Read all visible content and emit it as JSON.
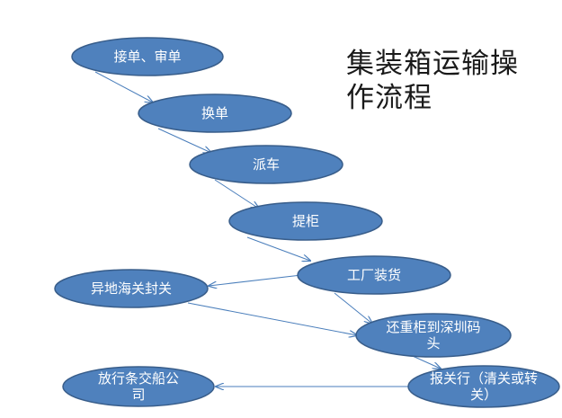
{
  "title": "集装箱运输操作流程",
  "colors": {
    "node_fill": "#4f81bd",
    "node_stroke": "#385d8a",
    "arrow": "#4a7ebb",
    "text": "#ffffff"
  },
  "nodes": [
    {
      "id": "n1",
      "label": "接单、审单"
    },
    {
      "id": "n2",
      "label": "换单"
    },
    {
      "id": "n3",
      "label": "派车"
    },
    {
      "id": "n4",
      "label": "提柜"
    },
    {
      "id": "n5",
      "label": "工厂装货"
    },
    {
      "id": "n6",
      "label": "异地海关封关"
    },
    {
      "id": "n7",
      "label": "还重柜到深圳码头"
    },
    {
      "id": "n8",
      "label": "报关行（清关或转关）"
    },
    {
      "id": "n9",
      "label": "放行条交船公司"
    }
  ],
  "edges": [
    {
      "from": "n1",
      "to": "n2"
    },
    {
      "from": "n2",
      "to": "n3"
    },
    {
      "from": "n3",
      "to": "n4"
    },
    {
      "from": "n4",
      "to": "n5"
    },
    {
      "from": "n5",
      "to": "n6"
    },
    {
      "from": "n6",
      "to": "n7"
    },
    {
      "from": "n5",
      "to": "n7"
    },
    {
      "from": "n7",
      "to": "n8"
    },
    {
      "from": "n8",
      "to": "n9"
    }
  ]
}
